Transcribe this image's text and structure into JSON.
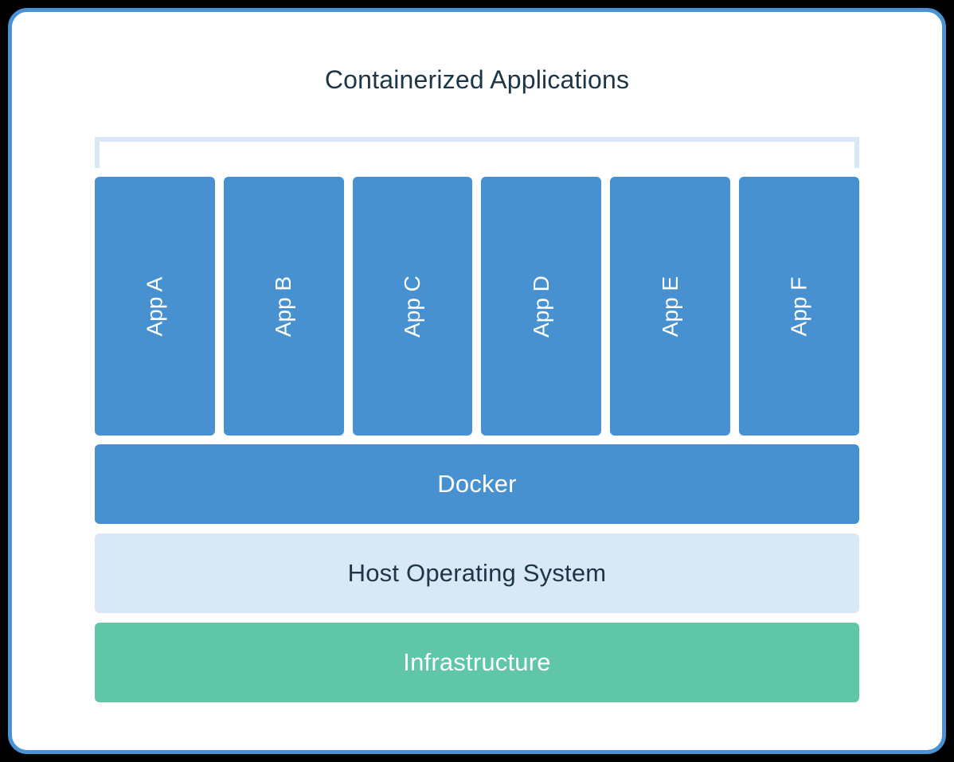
{
  "title": "Containerized Applications",
  "apps": [
    "App A",
    "App B",
    "App C",
    "App D",
    "App E",
    "App F"
  ],
  "layers": [
    {
      "id": "docker",
      "label": "Docker"
    },
    {
      "id": "host-os",
      "label": "Host Operating System"
    },
    {
      "id": "infrastructure",
      "label": "Infrastructure"
    }
  ],
  "colors": {
    "background": "#000000",
    "card_background": "#ffffff",
    "card_border": "#4a92d4",
    "bracket": "#d8e8f7",
    "app_blue": "#4791d0",
    "layer_docker_blue": "#4791d0",
    "layer_host_light_blue": "#d9e8f7",
    "layer_infrastructure_green": "#5fc6a8",
    "title_text": "#1d3647",
    "light_layer_text": "#1d3647",
    "dark_layer_text": "#ffffff"
  }
}
